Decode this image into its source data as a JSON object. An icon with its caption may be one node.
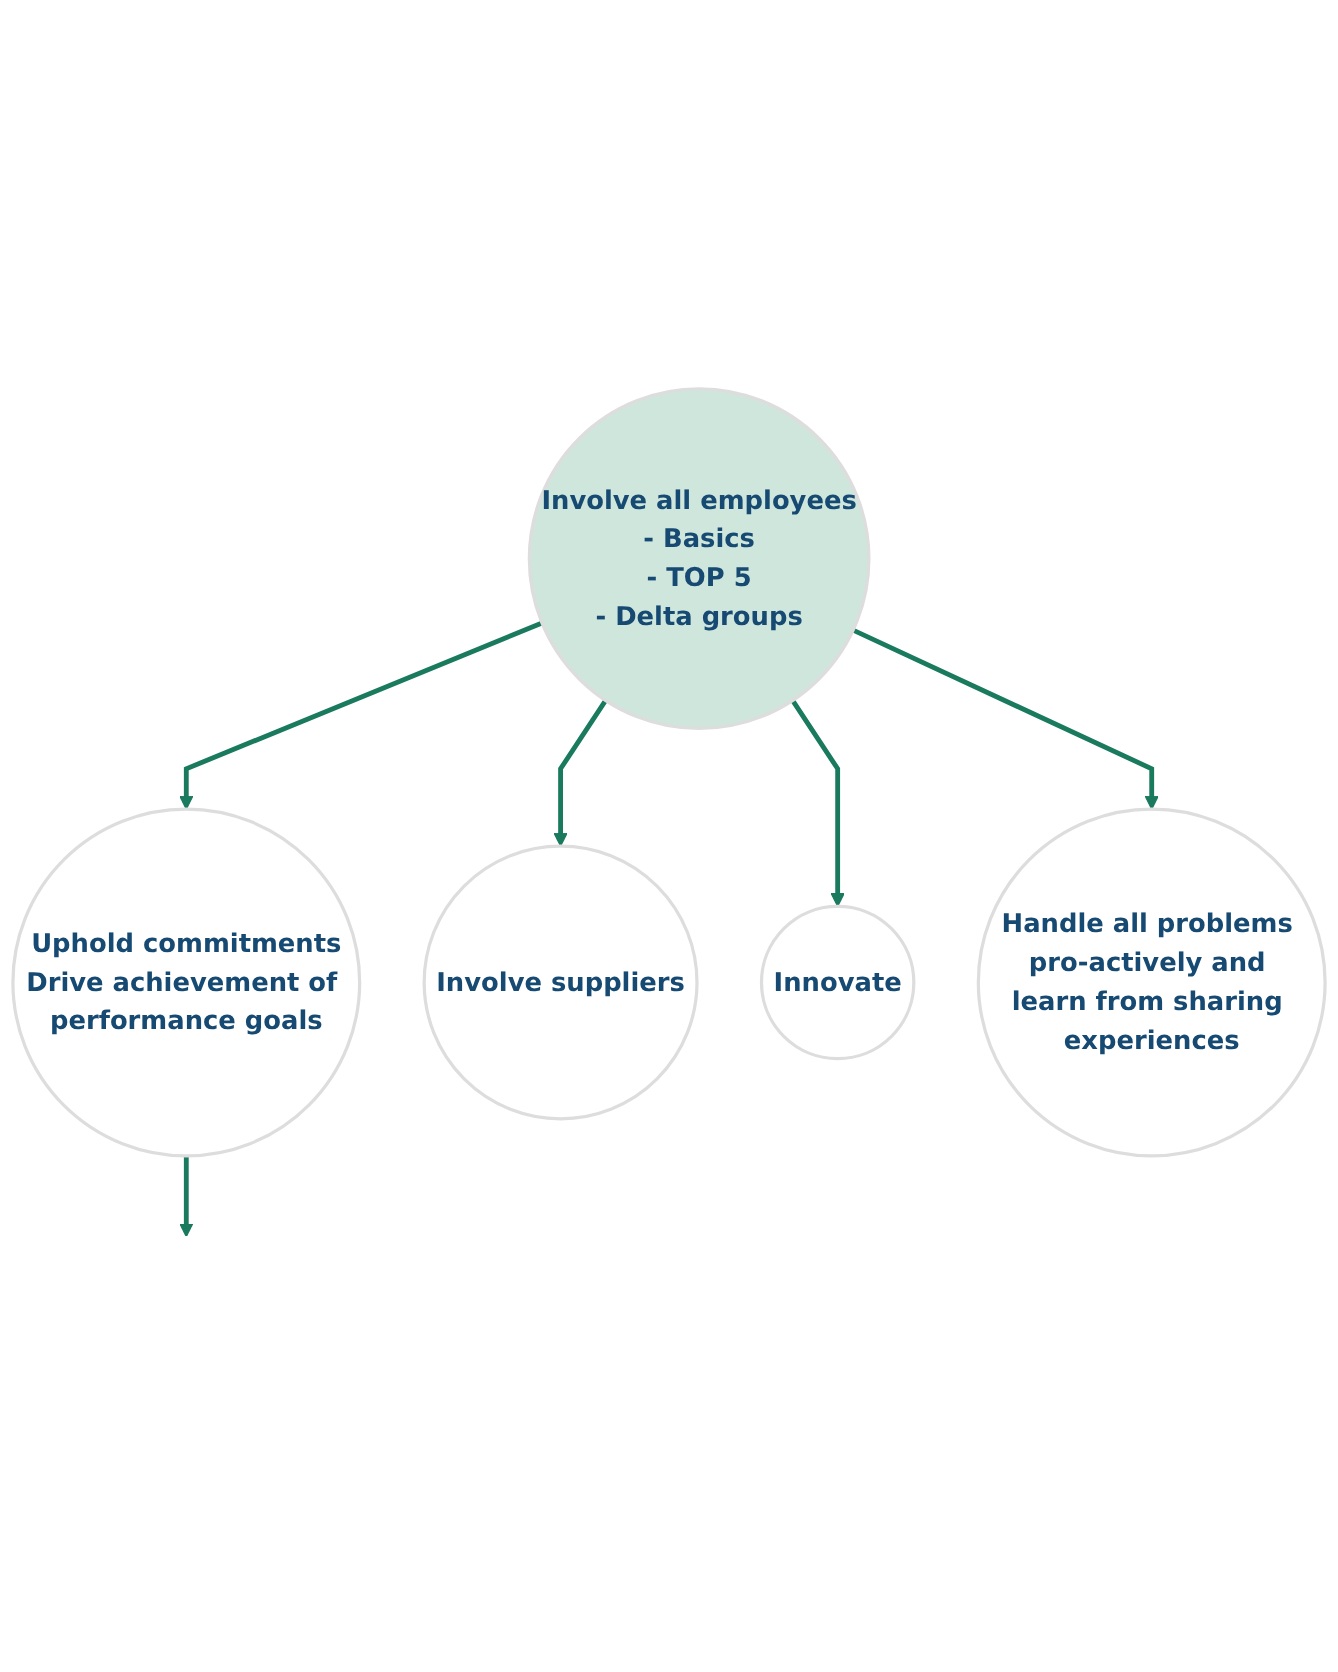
{
  "diagram": {
    "nodes": [
      {
        "text": [
          "Uphold commitments",
          "Drive achievement of performance goals"
        ]
      },
      {
        "text": [
          "Involve suppliers"
        ]
      },
      {
        "text": [
          "Involve all employees",
          "- Basics",
          "- TOP 5",
          "- Delta groups"
        ]
      },
      {
        "text": [
          "Innovate"
        ]
      },
      {
        "text": [
          "Handle all problems pro-actively and learn from sharing experiences"
        ]
      }
    ],
    "edges": [
      {
        "from": 2,
        "to": 0,
        "arrow": "to"
      },
      {
        "from": 2,
        "to": 1,
        "arrow": "to"
      },
      {
        "from": 2,
        "to": 3,
        "arrow": "to"
      },
      {
        "from": 2,
        "to": 4,
        "arrow": "to"
      },
      {
        "from": 0,
        "to": null,
        "arrow": "to"
      }
    ]
  }
}
